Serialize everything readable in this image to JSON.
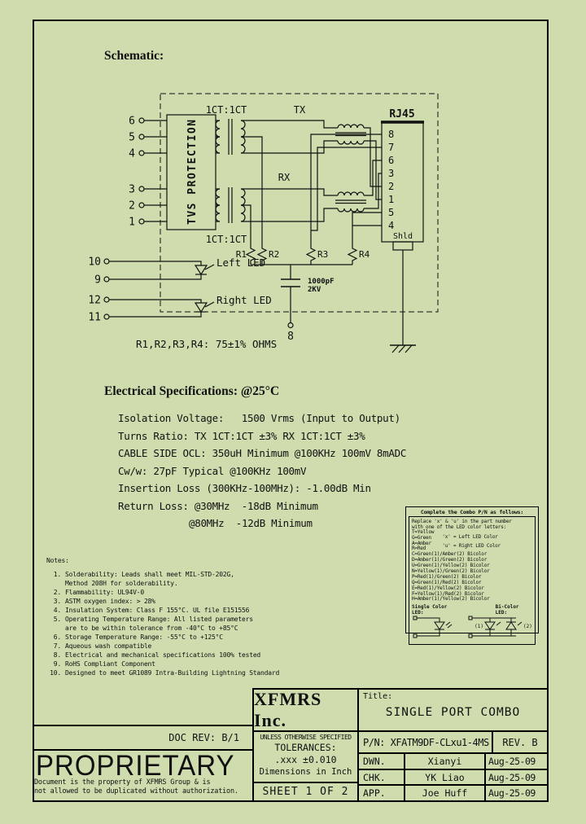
{
  "colors": {
    "background": "#cfdcae",
    "ink": "#000000"
  },
  "headings": {
    "schematic": "Schematic:",
    "specs": "Electrical Specifications: @25°C"
  },
  "schematic": {
    "labels": {
      "tvs": "TVS PROTECTION",
      "ratio_top": "1CT:1CT",
      "ratio_bottom": "1CT:1CT",
      "tx": "TX",
      "rx": "RX",
      "rj45": "RJ45",
      "shld": "Shld",
      "left_led": "Left LED",
      "right_led": "Right LED",
      "cap_value": "1000pF",
      "cap_rating": "2KV",
      "cap_pin": "8",
      "r1": "R1",
      "r2": "R2",
      "r3": "R3",
      "r4": "R4",
      "resistor_note": "R1,R2,R3,R4: 75±1% OHMS"
    },
    "left_pins": [
      "6",
      "5",
      "4",
      "3",
      "2",
      "1"
    ],
    "led_pins": [
      "10",
      "9",
      "12",
      "11"
    ],
    "rj45_pins": [
      "8",
      "7",
      "6",
      "3",
      "2",
      "1",
      "5",
      "4"
    ]
  },
  "specs_lines": [
    "Isolation Voltage:   1500 Vrms (Input to Output)",
    "Turns Ratio: TX 1CT:1CT ±3% RX 1CT:1CT ±3%",
    "CABLE SIDE OCL: 350uH Minimum @100KHz 100mV 8mADC",
    "Cw/w: 27pF Typical @100KHz 100mV",
    "Insertion Loss (300KHz-100MHz): -1.00dB Min",
    "Return Loss: @30MHz  -18dB Minimum",
    "@80MHz  -12dB Minimum"
  ],
  "notes": {
    "heading": "Notes:",
    "items": [
      {
        "n": "1.",
        "text": "Solderability: Leads shall meet MIL-STD-202G,\nMethod 208H for solderability."
      },
      {
        "n": "2.",
        "text": "Flammability: UL94V-0"
      },
      {
        "n": "3.",
        "text": "ASTM oxygen index: > 28%"
      },
      {
        "n": "4.",
        "text": "Insulation System: Class F 155°C. UL file E151556"
      },
      {
        "n": "5.",
        "text": "Operating Temperature Range: All listed parameters\nare to be within tolerance from -40°C to +85°C"
      },
      {
        "n": "6.",
        "text": "Storage Temperature Range: -55°C to +125°C"
      },
      {
        "n": "7.",
        "text": "Aqueous wash compatible"
      },
      {
        "n": "8.",
        "text": "Electrical and mechanical specifications 100% tested"
      },
      {
        "n": "9.",
        "text": "RoHS Compliant Component"
      },
      {
        "n": "10.",
        "text": "Designed to meet GR1089 Intra-Building Lightning Standard"
      }
    ]
  },
  "combo": {
    "title": "Complete the Combo P/N as follows:",
    "intro1": "Replace 'x' & 'u' in the part number",
    "intro2": "with one of the LED color letters:",
    "single_colors": [
      "T=Yellow",
      "G=Green",
      "A=Amber",
      "R=Red"
    ],
    "x_note": "'x' = Left LED Color",
    "u_note": "'u' = Right LED Color",
    "bicolors": [
      "C=Green(1)/Amber(2) Bicolor",
      "D=Amber(1)/Green(2) Bicolor",
      "U=Green(1)/Yellow(2) Bicolor",
      "N=Yellow(1)/Green(2) Bicolor",
      "P=Red(1)/Green(2) Bicolor",
      "Q=Green(1)/Red(2) Bicolor",
      "E=Red(1)/Yellow(2) Bicolor",
      "F=Yellow(1)/Red(2) Bicolor",
      "H=Amber(1)/Yellow(2) Bicolor"
    ],
    "single_label": "Single Color LED:",
    "bi_label": "Bi-Color LED:",
    "led1": "(1)",
    "led2": "(2)"
  },
  "titleblock": {
    "company": "XFMRS Inc.",
    "title_label": "Title:",
    "title": "SINGLE PORT COMBO",
    "tol1": "UNLESS OTHERWISE SPECIFIED",
    "tol2": "TOLERANCES:",
    "tol3": ".xxx ±0.010",
    "tol4": "Dimensions in Inch",
    "pn": "P/N: XFATM9DF-CLxu1-4MS",
    "rev": "REV. B",
    "rows": [
      {
        "role": "DWN.",
        "name": "Xianyi",
        "date": "Aug-25-09"
      },
      {
        "role": "CHK.",
        "name": "YK Liao",
        "date": "Aug-25-09"
      },
      {
        "role": "APP.",
        "name": "Joe Huff",
        "date": "Aug-25-09"
      }
    ],
    "sheet": "SHEET 1 OF 2"
  },
  "proprietary": {
    "doc_rev": "DOC REV: B/1",
    "word": "PROPRIETARY",
    "line1": "Document is the property of XFMRS Group & is",
    "line2": "not allowed to be duplicated without authorization."
  }
}
